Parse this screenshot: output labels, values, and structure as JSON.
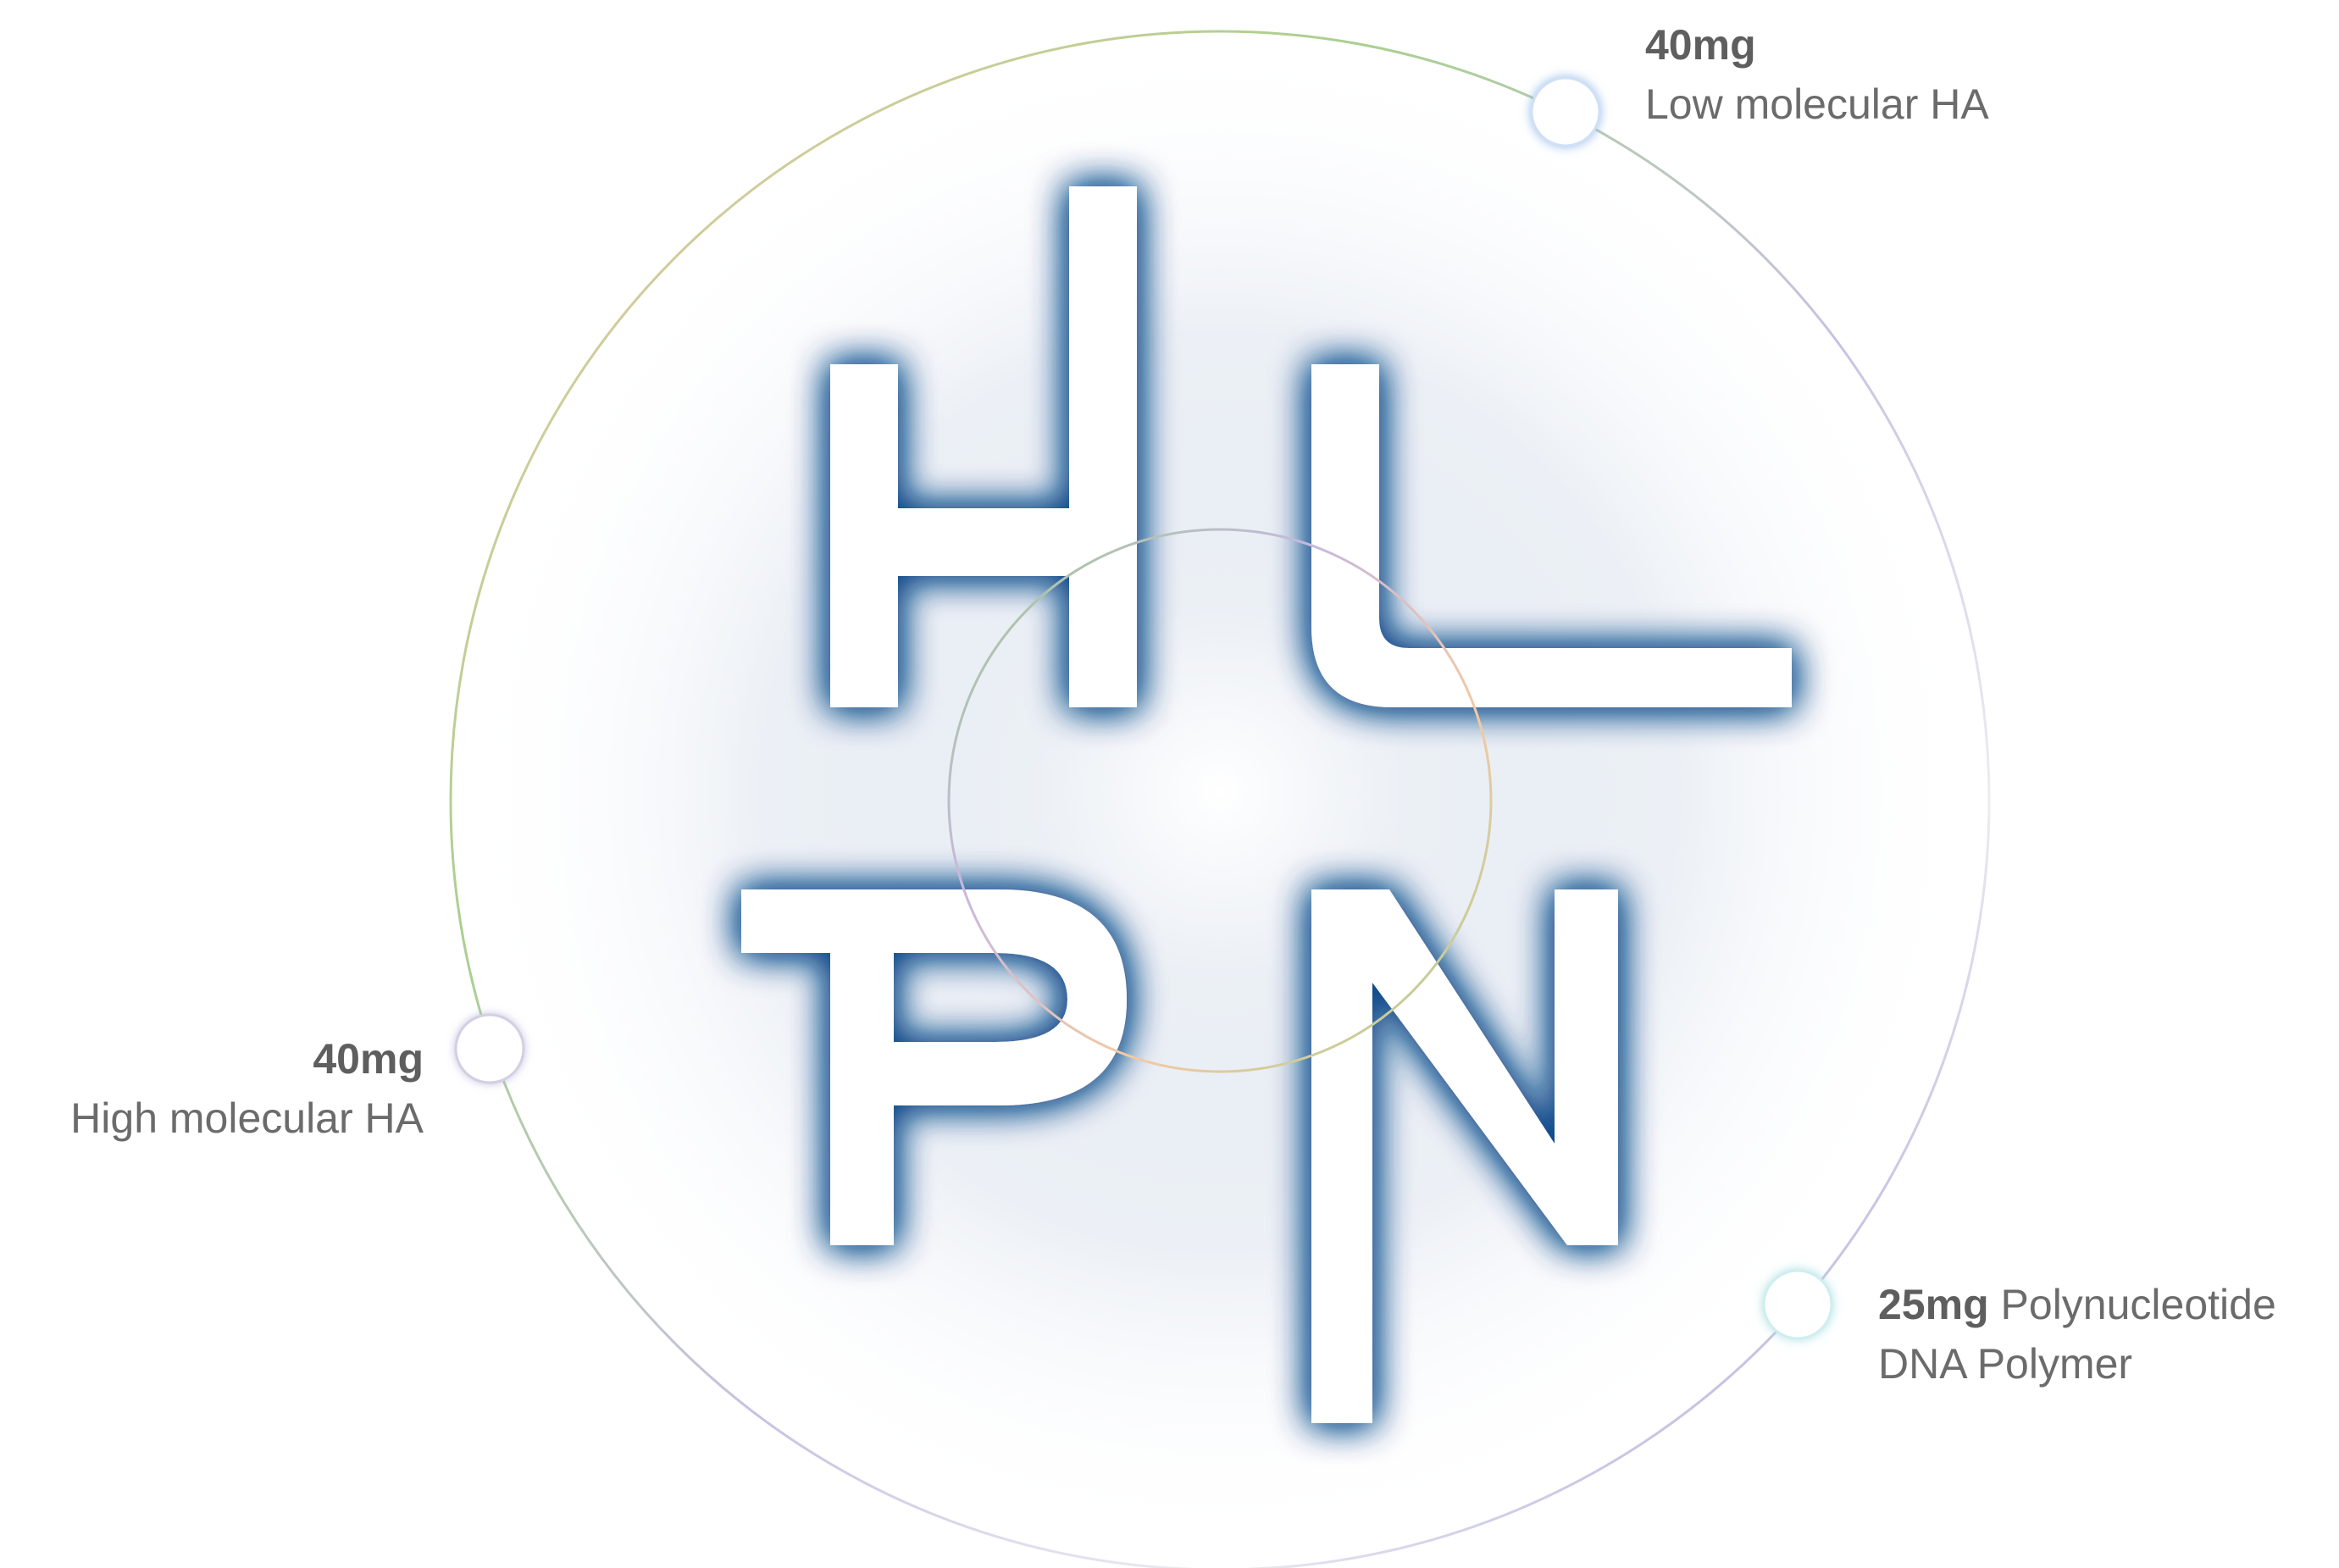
{
  "letters": [
    "H",
    "L",
    "P",
    "N"
  ],
  "colors": {
    "letter_fill": "#ffffff",
    "letter_glow": "#0f4a8a",
    "label_text": "#6b6b6b",
    "ring_gradient": [
      "#9ccb8a",
      "#b9b2dc",
      "#e6e6ee",
      "#f3c9a8"
    ]
  },
  "annotations": {
    "top_right": {
      "amount": "40mg",
      "description": "Low molecular HA"
    },
    "left": {
      "amount": "40mg",
      "description": "High molecular HA"
    },
    "bottom_right": {
      "amount": "25mg",
      "description_line1": "Polynucleotide",
      "description_line2": "DNA Polymer"
    }
  }
}
